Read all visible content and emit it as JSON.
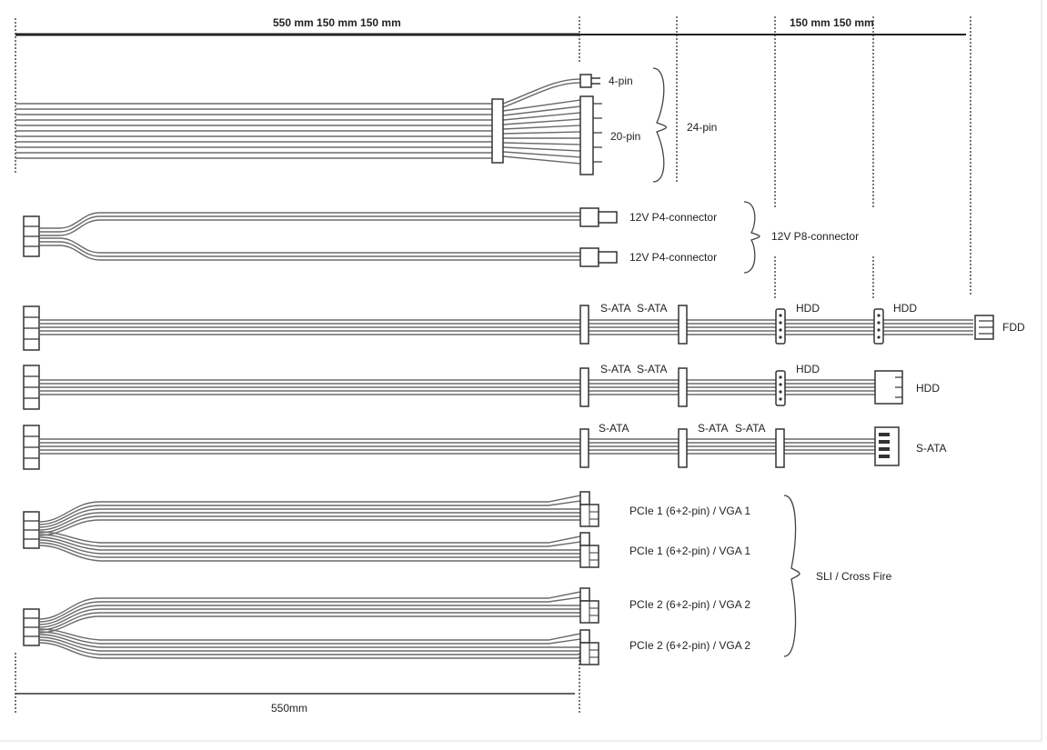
{
  "colors": {
    "ink": "#222222",
    "wire": "#6a6a6a",
    "guide": "#777777",
    "border": "#dddddd"
  },
  "header": {
    "left_dims": "550 mm 150 mm 150 mm",
    "right_dims": "150 mm 150 mm",
    "bottom_dims": "550mm"
  },
  "main": {
    "pin4": "4-pin",
    "pin20": "20-pin",
    "pin24": "24-pin"
  },
  "cpu": {
    "p4_a": "12V P4-connector",
    "p4_b": "12V P4-connector",
    "p8": "12V P8-connector"
  },
  "cable3": {
    "sata1": "S-ATA",
    "sata2": "S-ATA",
    "hdd1": "HDD",
    "hdd2": "HDD",
    "fdd": "FDD"
  },
  "cable4": {
    "sata1": "S-ATA",
    "sata2": "S-ATA",
    "hdd1": "HDD",
    "hdd_end": "HDD"
  },
  "cable5": {
    "sata1": "S-ATA",
    "sata2": "S-ATA",
    "sata3": "S-ATA",
    "sata_end": "S-ATA"
  },
  "pcie": {
    "c1": "PCIe 1 (6+2-pin) / VGA 1",
    "c2": "PCIe 1 (6+2-pin) / VGA 1",
    "c3": "PCIe 2 (6+2-pin) / VGA 2",
    "c4": "PCIe 2 (6+2-pin) / VGA 2",
    "group": "SLI / Cross Fire"
  }
}
